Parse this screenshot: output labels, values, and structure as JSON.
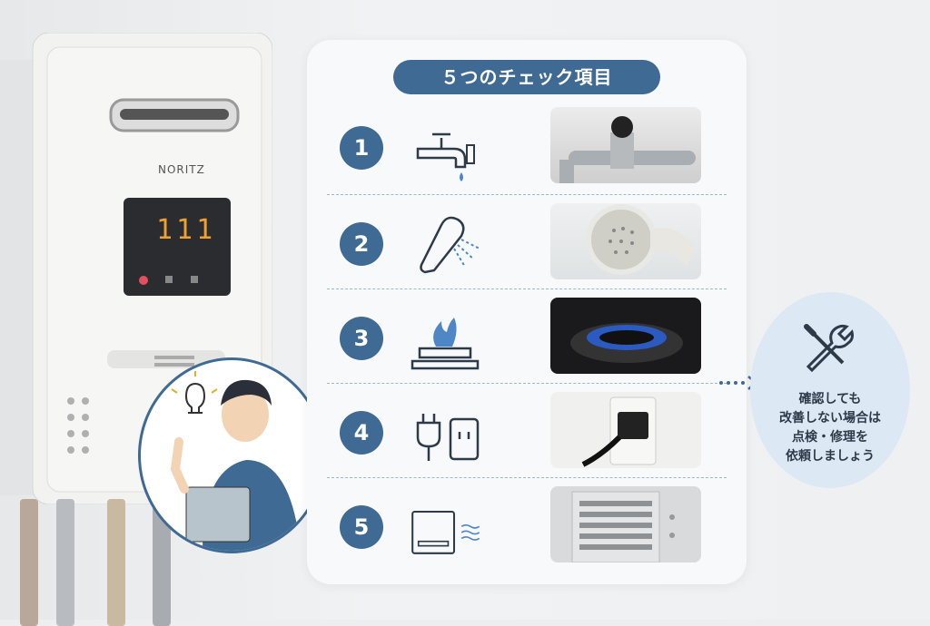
{
  "heater": {
    "brand": "NORITZ",
    "display": "111"
  },
  "checklist": {
    "title": "５つのチェック項目",
    "items": [
      {
        "number": "1",
        "icon": "faucet-icon",
        "photo": "water-valve-photo"
      },
      {
        "number": "2",
        "icon": "shower-head-icon",
        "photo": "shower-head-photo"
      },
      {
        "number": "3",
        "icon": "gas-stove-flame-icon",
        "photo": "gas-burner-photo"
      },
      {
        "number": "4",
        "icon": "power-plug-outlet-icon",
        "photo": "power-outlet-photo"
      },
      {
        "number": "5",
        "icon": "vent-exhaust-icon",
        "photo": "vent-louver-photo"
      }
    ]
  },
  "advice": {
    "icon": "wrench-screwdriver-icon",
    "lines": [
      "確認しても",
      "改善しない場合は",
      "点検・修理を",
      "依頼しましょう"
    ]
  },
  "colors": {
    "accent": "#3f6a93",
    "advice_bg": "#dce8f3",
    "card_bg": "#f8f9fa"
  }
}
